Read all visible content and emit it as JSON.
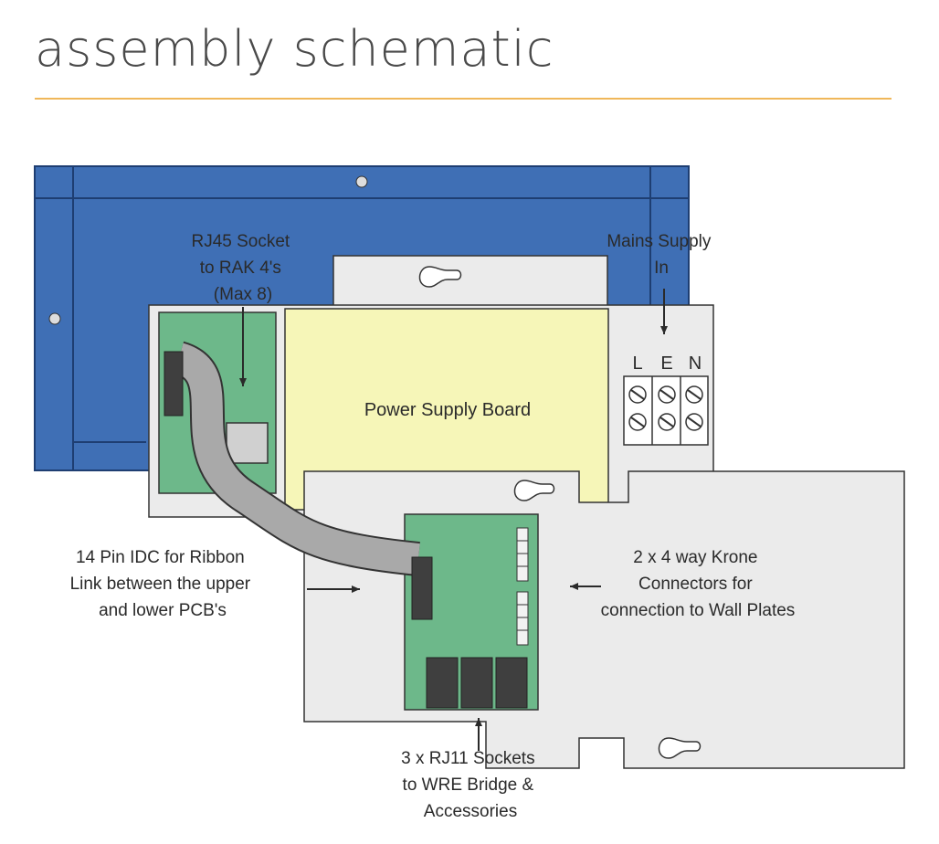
{
  "page": {
    "title": "assembly schematic",
    "accent_color": "#f0b75a"
  },
  "colors": {
    "enclosure": "#3f6fb5",
    "panel": "#ebebeb",
    "psu_board": "#f6f6b8",
    "pcb": "#6db88a",
    "connector": "#3f3f3f",
    "ribbon": "#a9a9a9"
  },
  "labels": {
    "rj45": [
      "RJ45 Socket",
      "to RAK 4's",
      "(Max 8)"
    ],
    "mains": [
      "Mains Supply",
      "In"
    ],
    "terminal_letters": [
      "L",
      "E",
      "N"
    ],
    "power_supply_board": "Power Supply Board",
    "idc": [
      "14 Pin IDC for Ribbon",
      "Link between the upper",
      "and lower PCB's"
    ],
    "krone": [
      "2 x 4 way Krone",
      "Connectors for",
      "connection to Wall Plates"
    ],
    "rj11": [
      "3 x RJ11 Sockets",
      "to WRE Bridge &",
      "Accessories"
    ]
  }
}
